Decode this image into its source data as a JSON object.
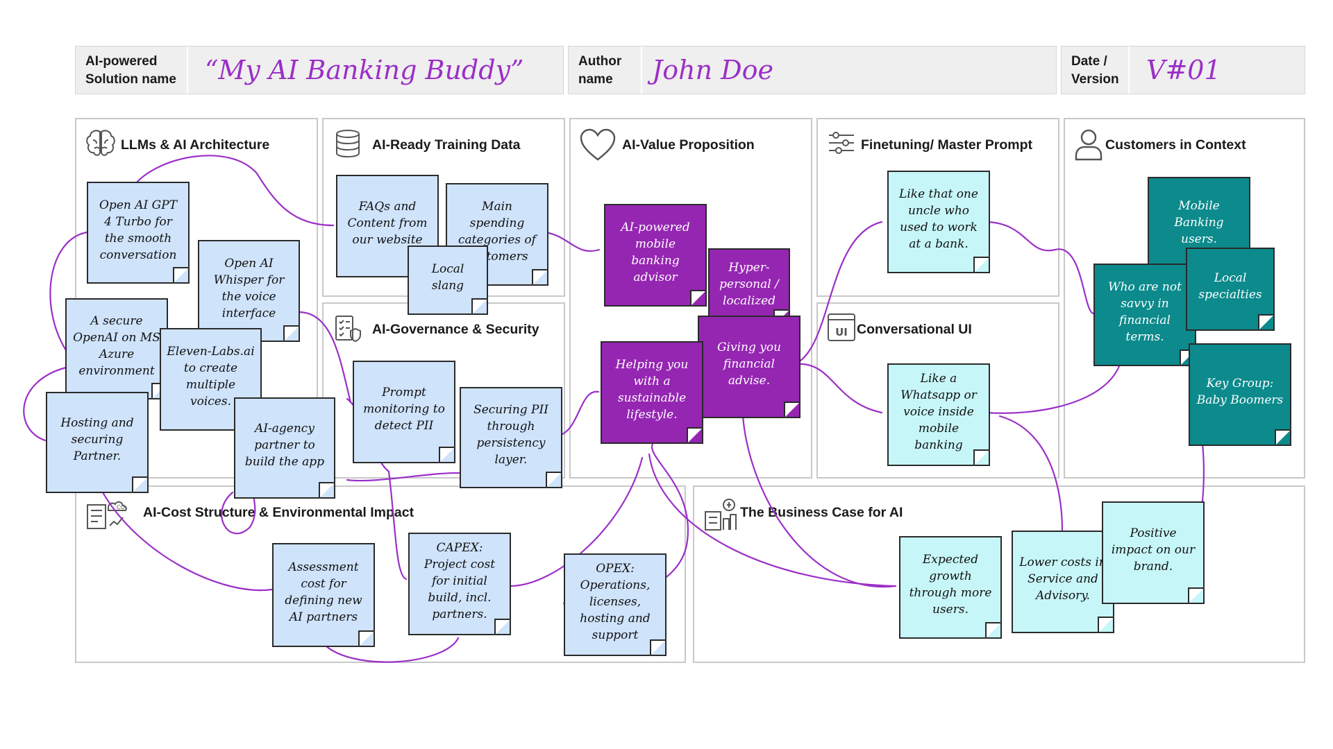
{
  "header": {
    "solution_label": "AI-powered\nSolution name",
    "solution_value": "“My AI Banking Buddy”",
    "author_label": "Author\nname",
    "author_value": "John Doe",
    "date_label": "Date /\nVersion",
    "date_value": "V#01"
  },
  "panels": {
    "llms": "LLMs & AI Architecture",
    "training": "AI-Ready Training Data",
    "governance": "AI-Governance & Security",
    "value": "AI-Value Proposition",
    "finetuning": "Finetuning/ Master Prompt",
    "conversational": "Conversational UI",
    "customers": "Customers in Context",
    "cost": "AI-Cost Structure & Environmental Impact",
    "business": "The Business Case for AI"
  },
  "notes": {
    "gpt4": "Open AI GPT 4 Turbo for the smooth conversation",
    "whisper": "Open AI Whisper for the voice interface",
    "azure": "A secure OpenAI on MS Azure environment",
    "eleven": "Eleven-Labs.ai to create multiple voices.",
    "hosting": "Hosting and securing Partner.",
    "agency": "AI-agency partner to build the app",
    "faqs": "FAQs and Content from our website",
    "main_spending": "Main spending categories of customers",
    "slang": "Local slang",
    "prompt_monitoring": "Prompt monitoring to detect PII",
    "securing_pii": "Securing PII through persistency layer.",
    "advisor": "AI-powered mobile banking advisor",
    "hyper": "Hyper-personal / localized",
    "financial_advice": "Giving you financial advise.",
    "sustainable": "Helping you with a sustainable lifestyle.",
    "uncle": "Like that one uncle who used to work at a bank.",
    "whatsapp": "Like a Whatsapp or voice inside mobile banking",
    "mobile_users": "Mobile Banking users.",
    "not_savvy": "Who are not savvy in financial terms.",
    "specialties": "Local specialties",
    "boomers": "Key Group: Baby Boomers",
    "assessment": "Assessment cost for defining new AI partners",
    "capex": "CAPEX: Project cost for initial build, incl. partners.",
    "opex": "OPEX: Operations, licenses, hosting and support",
    "growth": "Expected growth through more users.",
    "lower_costs": "Lower costs in Service and Advisory.",
    "brand": "Positive impact on our brand."
  },
  "colors": {
    "connector": "#9b2fc7",
    "blue_note": "#cfe3fb",
    "purple_note": "#9526b2",
    "teal_note": "#0c8a8c",
    "cyan_note": "#c7f6f8"
  }
}
